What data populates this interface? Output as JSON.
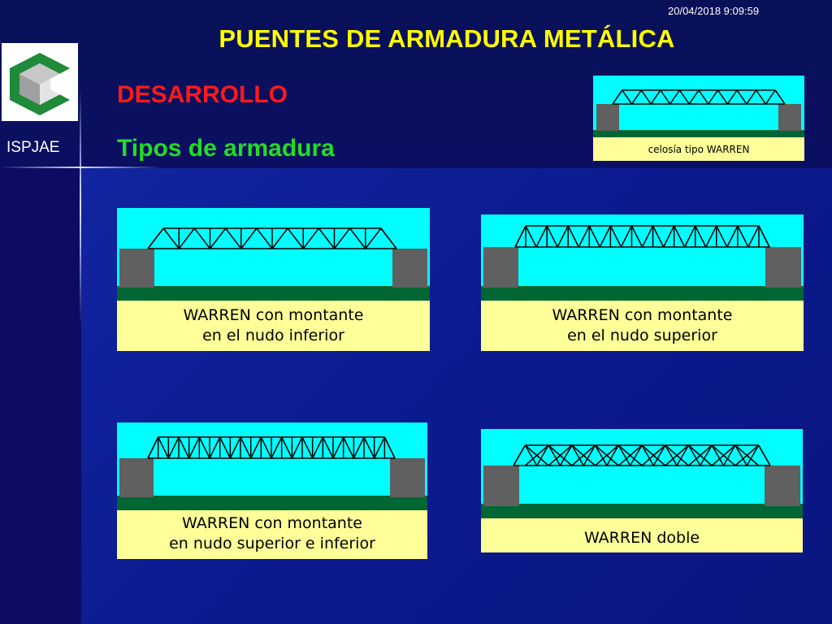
{
  "slide": {
    "timestamp": "20/04/2018 9:09:59",
    "title": "PUENTES DE ARMADURA METÁLICA",
    "org_label": "ISPJAE",
    "section": "DESARROLLO",
    "subsection": "Tipos de armadura"
  },
  "colors": {
    "background": "#0a0a6e",
    "title": "#ffff00",
    "section": "#ff1a1a",
    "subsection": "#22dd22",
    "water": "#00ffff",
    "ground": "#006633",
    "caption_bg": "#ffff99",
    "abutment": "#606060"
  },
  "diagrams": [
    {
      "id": "warren",
      "caption_lines": [
        "celosía tipo WARREN"
      ]
    },
    {
      "id": "warren-montante-inferior",
      "caption_lines": [
        "WARREN con montante",
        "en el nudo inferior"
      ]
    },
    {
      "id": "warren-montante-superior",
      "caption_lines": [
        "WARREN con montante",
        "en el nudo superior"
      ]
    },
    {
      "id": "warren-montante-ambos",
      "caption_lines": [
        "WARREN con montante",
        "en nudo superior e inferior"
      ]
    },
    {
      "id": "warren-doble",
      "caption_lines": [
        "WARREN doble"
      ]
    }
  ]
}
